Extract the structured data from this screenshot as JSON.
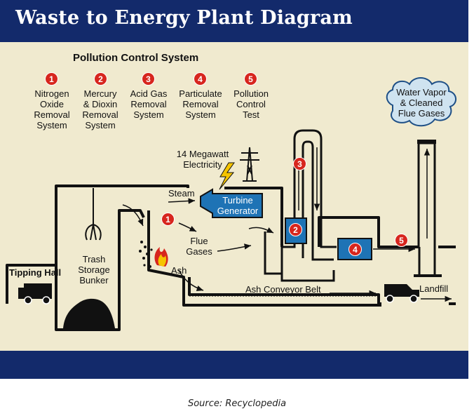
{
  "title": "Waste to Energy Plant Diagram",
  "pollution": {
    "heading": "Pollution Control System",
    "items": [
      {
        "num": "1",
        "label": "Nitrogen\nOxide\nRemoval\nSystem"
      },
      {
        "num": "2",
        "label": "Mercury\n& Dioxin\nRemoval\nSystem"
      },
      {
        "num": "3",
        "label": "Acid Gas\nRemoval\nSystem"
      },
      {
        "num": "4",
        "label": "Particulate\nRemoval\nSystem"
      },
      {
        "num": "5",
        "label": "Pollution\nControl\nTest"
      }
    ]
  },
  "labels": {
    "electricity": "14 Megawatt\nElectricity",
    "steam": "Steam",
    "turbine": "Turbine\nGenerator",
    "flue": "Flue\nGases",
    "ash": "Ash",
    "trash": "Trash\nStorage\nBunker",
    "tipping": "Tipping Hall",
    "conveyor": "Ash Conveyor Belt",
    "landfill": "Landfill",
    "cloud": "Water Vapor\n& Cleaned\nFlue Gases"
  },
  "colors": {
    "navy": "#132a6b",
    "background": "#f0eacf",
    "badge": "#d7261e",
    "equipment": "#1e73b5",
    "cloud": "#cfe3f0"
  },
  "source": "Source: Recyclopedia"
}
